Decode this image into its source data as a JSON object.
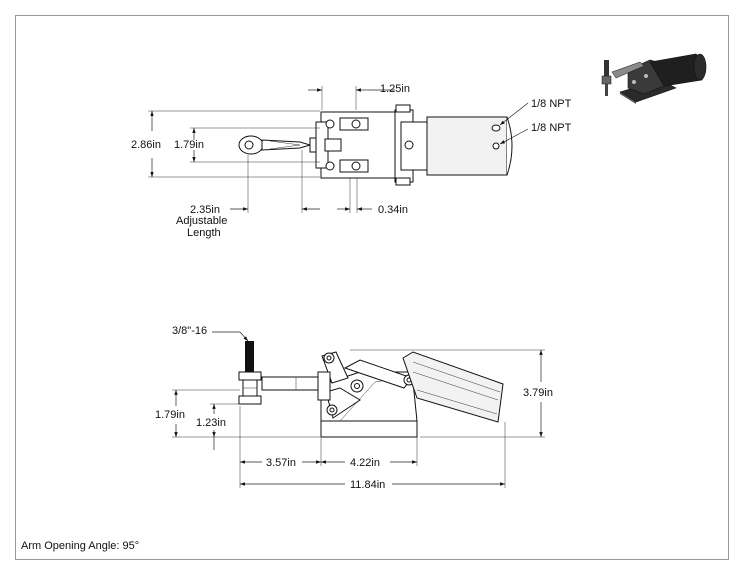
{
  "top_view": {
    "dim_width_top": "1.25in",
    "dim_height_overall": "2.86in",
    "dim_height_arm": "1.79in",
    "dim_adjustable": "2.35in",
    "dim_adjustable_note_1": "Adjustable",
    "dim_adjustable_note_2": "Length",
    "dim_small": "0.34in",
    "port_1": "1/8 NPT",
    "port_2": "1/8 NPT"
  },
  "side_view": {
    "thread": "3/8\"-16",
    "dim_height_total": "3.79in",
    "dim_spindle_height": "1.79in",
    "dim_arm_height": "1.23in",
    "dim_reach": "3.57in",
    "dim_base": "4.22in",
    "dim_overall_length": "11.84in"
  },
  "footer": {
    "arm_opening_angle": "Arm Opening Angle: 95°"
  }
}
